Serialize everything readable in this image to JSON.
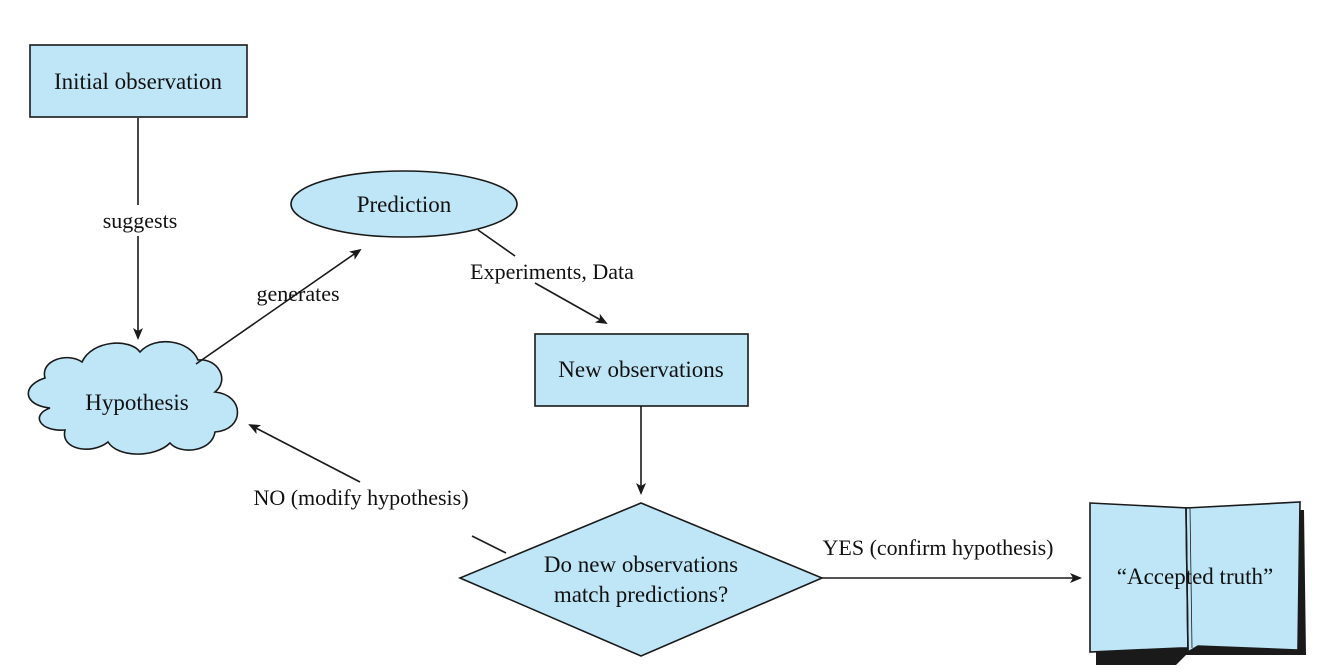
{
  "nodes": {
    "initial_observation": "Initial observation",
    "prediction": "Prediction",
    "hypothesis": "Hypothesis",
    "new_observations": "New observations",
    "decision_line1": "Do new observations",
    "decision_line2": "match predictions?",
    "accepted_truth": "“Accepted truth”"
  },
  "edges": {
    "suggests": "suggests",
    "generates": "generates",
    "experiments_data": "Experiments, Data",
    "no_modify": "NO (modify hypothesis)",
    "yes_confirm": "YES (confirm hypothesis)"
  },
  "colors": {
    "node_fill": "#bfe6f7",
    "stroke": "#1a1a1a"
  }
}
